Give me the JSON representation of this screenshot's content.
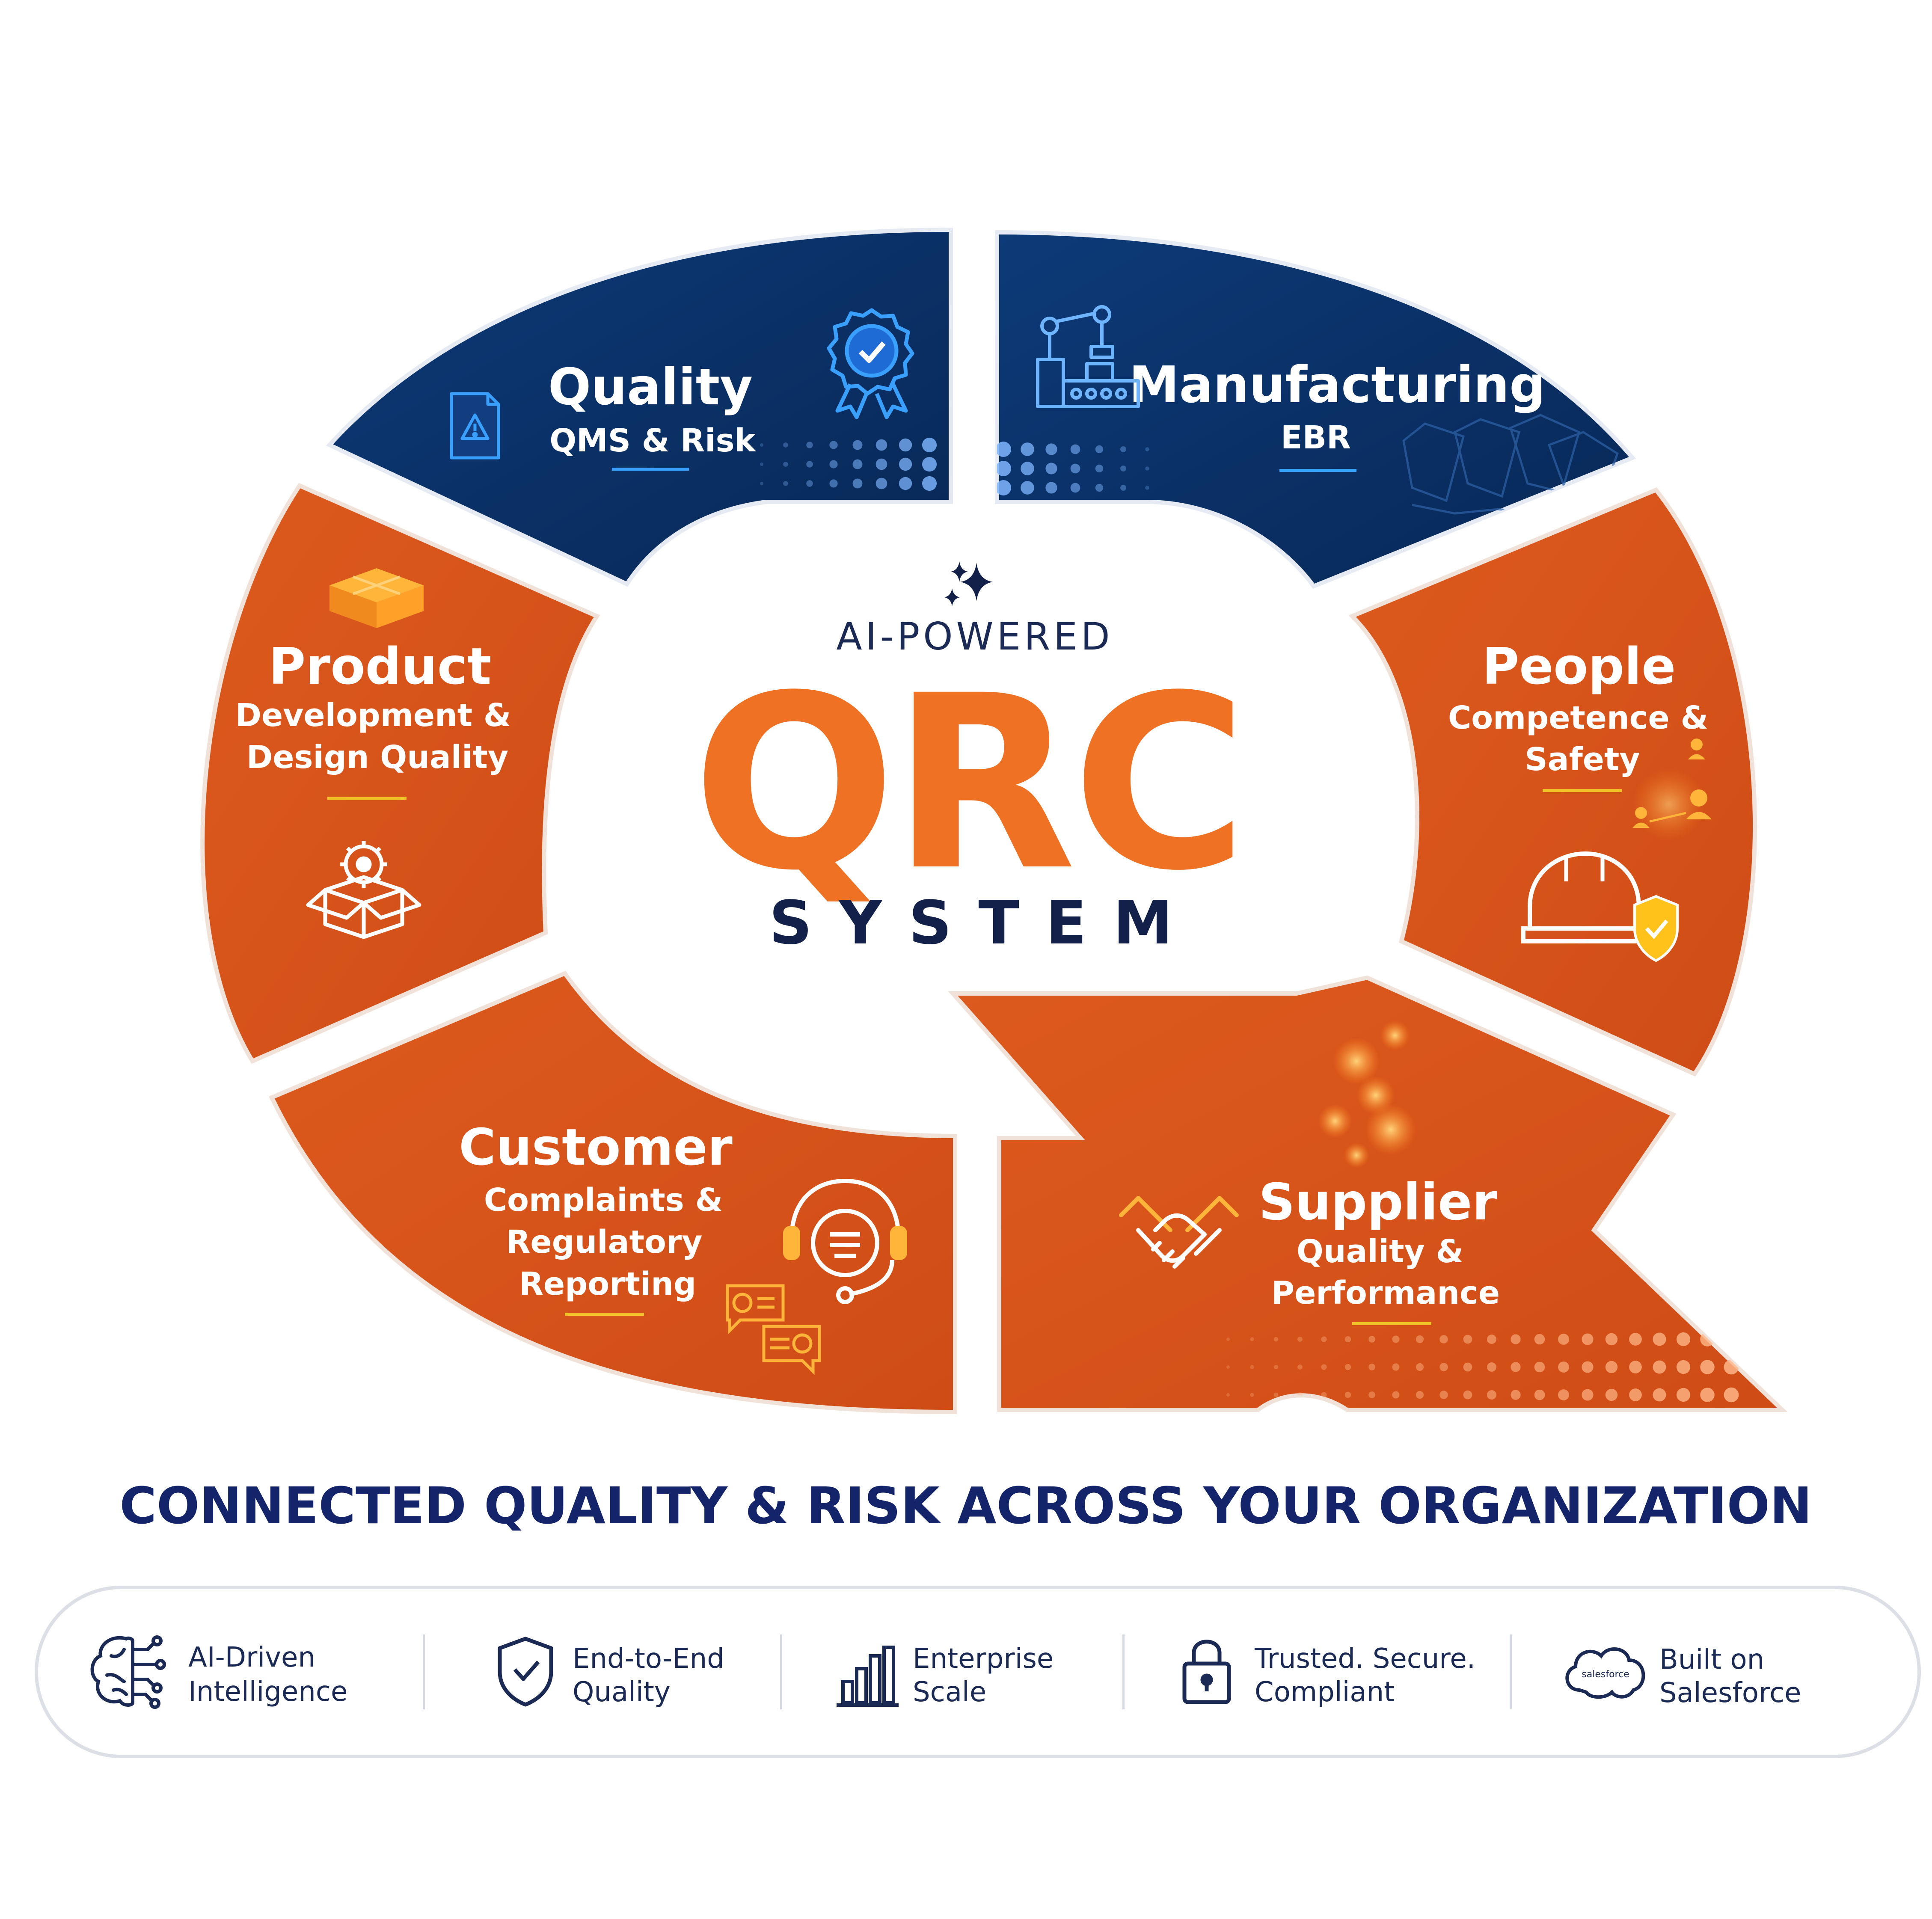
{
  "colors": {
    "navy": "#0b2f63",
    "orange": "#d9531c",
    "accent_orange": "#ee7124",
    "dark_text": "#13214a",
    "tagline": "#14246b",
    "underline": "#f2c22b",
    "icon_blue": "#3aa0ff"
  },
  "segments": {
    "quality": {
      "title": "Quality",
      "lines": [
        "QMS & Risk"
      ],
      "icon": "award-badge-icon",
      "icon2": "document-warning-icon"
    },
    "manufacturing": {
      "title": "Manufacturing",
      "lines": [
        "EBR"
      ],
      "icon": "robot-arm-icon"
    },
    "product": {
      "title": "Product",
      "lines": [
        "Development &",
        "Design Quality"
      ],
      "icon": "gear-box-icon",
      "icon2": "cube-icon"
    },
    "people": {
      "title": "People",
      "lines": [
        "Competence &",
        "Safety"
      ],
      "icon": "hard-hat-shield-icon"
    },
    "customer": {
      "title": "Customer",
      "lines": [
        "Complaints &",
        "Regulatory",
        "Reporting"
      ],
      "icon": "headset-icon"
    },
    "supplier": {
      "title": "Supplier",
      "lines": [
        "Quality &",
        "Performance"
      ],
      "icon": "handshake-icon"
    }
  },
  "center": {
    "pretitle": "AI-POWERED",
    "title": "QRC",
    "subtitle": "SYSTEM",
    "icon": "sparkle-icon"
  },
  "tagline": "CONNECTED QUALITY & RISK ACROSS YOUR ORGANIZATION",
  "features": [
    {
      "icon": "brain-circuit-icon",
      "lines": [
        "AI-Driven",
        "Intelligence"
      ]
    },
    {
      "icon": "shield-check-icon",
      "lines": [
        "End-to-End",
        "Quality"
      ]
    },
    {
      "icon": "bar-chart-icon",
      "lines": [
        "Enterprise",
        "Scale"
      ]
    },
    {
      "icon": "padlock-icon",
      "lines": [
        "Trusted. Secure.",
        "Compliant"
      ]
    },
    {
      "icon": "cloud-icon",
      "lines": [
        "Built on",
        "Salesforce"
      ],
      "logo_text": "salesforce"
    }
  ]
}
